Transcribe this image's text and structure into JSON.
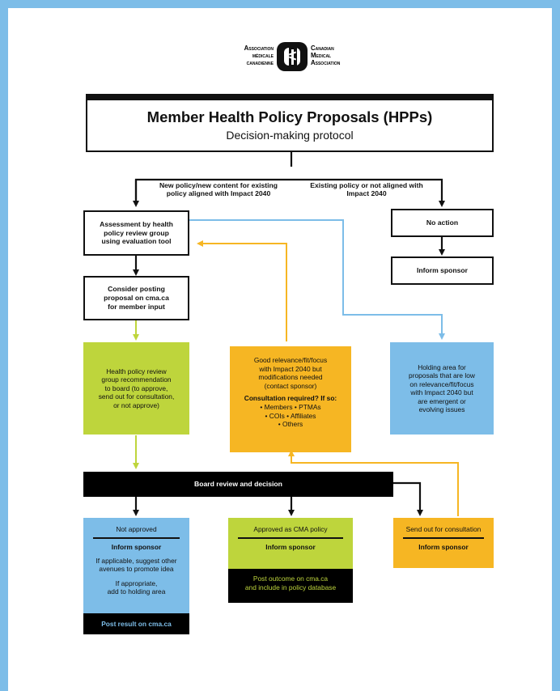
{
  "logo": {
    "left_text": "Association\nmédicale\ncanadienne",
    "right_text": "Canadian\nMedical\nAssociation",
    "symbol": "cma-caduceus-logo"
  },
  "title": {
    "main": "Member Health Policy Proposals (HPPs)",
    "sub": "Decision-making protocol"
  },
  "branches": {
    "left_label": "New policy/new content for existing\npolicy aligned with Impact 2040",
    "right_label": "Existing policy or not aligned with\nImpact 2040"
  },
  "nodes": {
    "assessment": "Assessment by health\npolicy review group\nusing evaluation tool",
    "consider_posting": "Consider posting\nproposal on cma.ca\nfor member input",
    "no_action": "No action",
    "inform_sponsor_right": "Inform sponsor",
    "health_policy_review": "Health policy review\ngroup recommendation\nto board (to approve,\nsend out for consultation,\nor not approve)",
    "good_relevance": "Good relevance/fit/focus\nwith Impact 2040 but\nmodifications needed\n(contact sponsor)",
    "consultation_title": "Consultation required? If so:",
    "consultation_items": "• Members   • PTMAs\n• COIs   • Affiliates\n• Others",
    "holding_area": "Holding area for\nproposals that are low\non relevance/fit/focus\nwith Impact 2040 but\nare emergent or\nevolving issues",
    "board_review": "Board review and decision"
  },
  "outcomes": {
    "not_approved": {
      "title": "Not approved",
      "inform": "Inform sponsor",
      "text1": "If applicable, suggest other\navenues to promote idea",
      "text2": "If appropriate,\nadd to holding area",
      "footer": "Post result on cma.ca"
    },
    "approved": {
      "title": "Approved as CMA policy",
      "inform": "Inform sponsor",
      "footer": "Post outcome on cma.ca\nand include in policy database"
    },
    "consultation": {
      "title": "Send out for consultation",
      "inform": "Inform sponsor"
    }
  },
  "colors": {
    "border": "#7dbde8",
    "blue": "#7dbde8",
    "green": "#bed53c",
    "orange": "#f6b623",
    "black": "#000000"
  }
}
